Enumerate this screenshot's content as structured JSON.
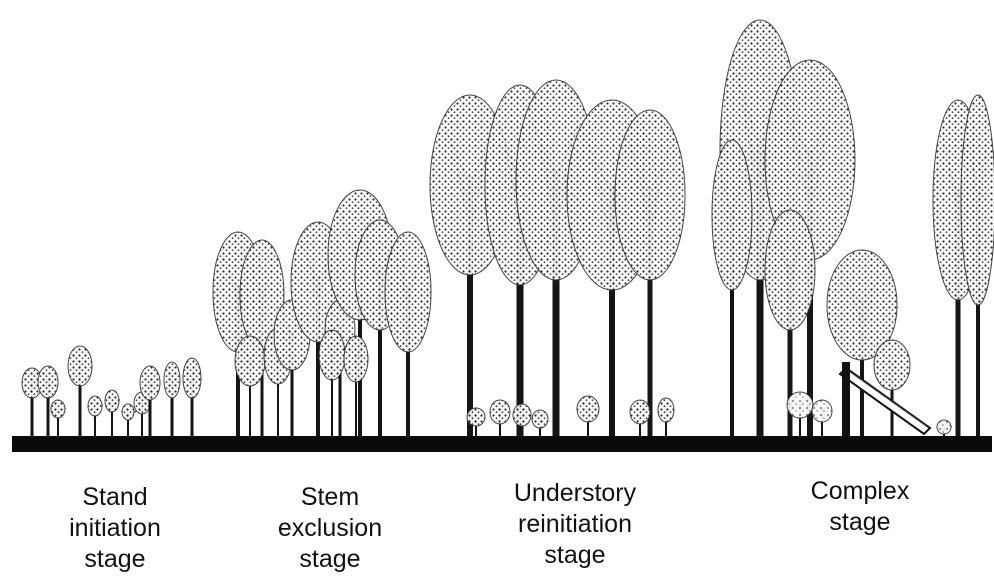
{
  "stages": [
    {
      "id": "stand",
      "label": "Stand\ninitiation\nstage"
    },
    {
      "id": "stem",
      "label": "Stem\nexclusion\nstage"
    },
    {
      "id": "under",
      "label": "Understory\nreinitiation\nstage"
    },
    {
      "id": "complex",
      "label": "Complex\nstage"
    }
  ],
  "colors": {
    "ink": "#111111",
    "ground": "#0a0a0a",
    "foliage": "#2a2a2a",
    "background": "#ffffff"
  },
  "icons": [
    "tree-icon",
    "sapling-icon",
    "fallen-log-icon",
    "ground-line"
  ]
}
